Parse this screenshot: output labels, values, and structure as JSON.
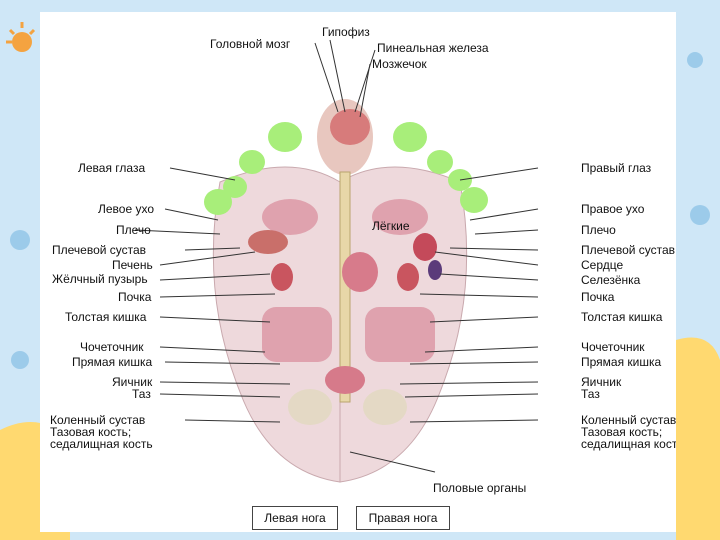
{
  "diagram": {
    "top_labels": [
      "Гипофиз",
      "Головной мозг",
      "Пинеальная железа",
      "Мозжечок"
    ],
    "left_labels": [
      "Левая глаза",
      "Левое ухо",
      "Плечо",
      "Плечевой сустав",
      "Печень",
      "Жёлчный пузырь",
      "Почка",
      "Толстая кишка",
      "Чочеточник",
      "Прямая кишка",
      "Яичник",
      "Таз",
      "Коленный сустав",
      "Тазовая кость;",
      "седалищная кость"
    ],
    "right_labels": [
      "Правый глаз",
      "Правое ухо",
      "Плечо",
      "Плечевой сустав",
      "Сердце",
      "Селезёнка",
      "Почка",
      "Толстая кишка",
      "Чочеточник",
      "Прямая кишка",
      "Яичник",
      "Таз",
      "Коленный сустав",
      "Тазовая кость;",
      "седалищная кость"
    ],
    "center_label": "Лёгкие",
    "bottom_label": "Половые органы",
    "legend": [
      "Левая нога",
      "Правая нога"
    ]
  },
  "colors": {
    "background": "#cfe7f7",
    "card": "#ffffff",
    "toe_highlight": "#a8ee7a",
    "organ": "#d98a9a"
  }
}
